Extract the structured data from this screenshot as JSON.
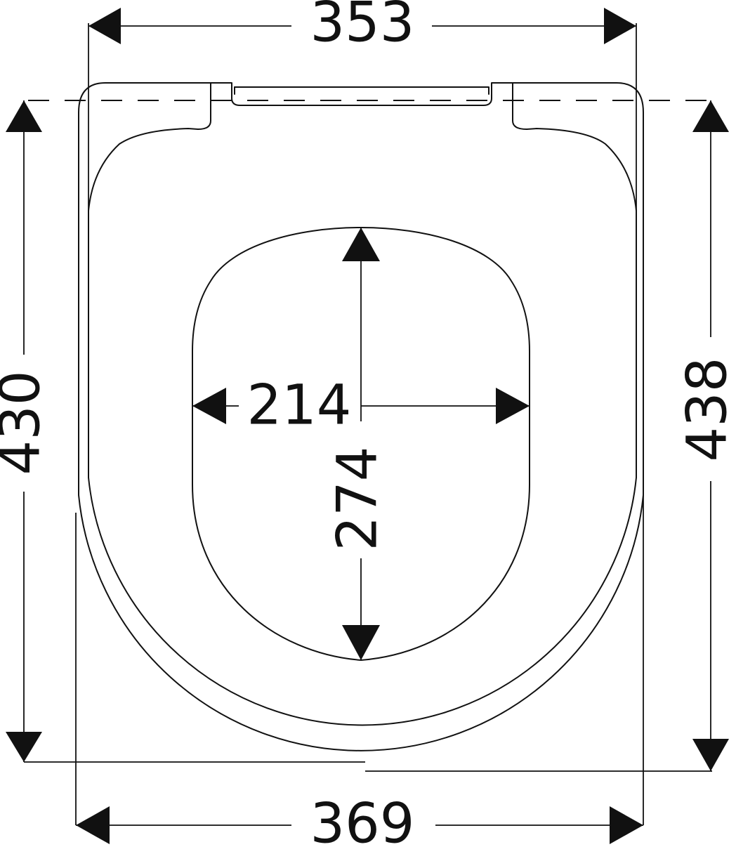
{
  "dimensions": {
    "top_width": "353",
    "bottom_width": "369",
    "left_height": "430",
    "right_height": "438",
    "opening_width": "214",
    "opening_length": "274"
  }
}
